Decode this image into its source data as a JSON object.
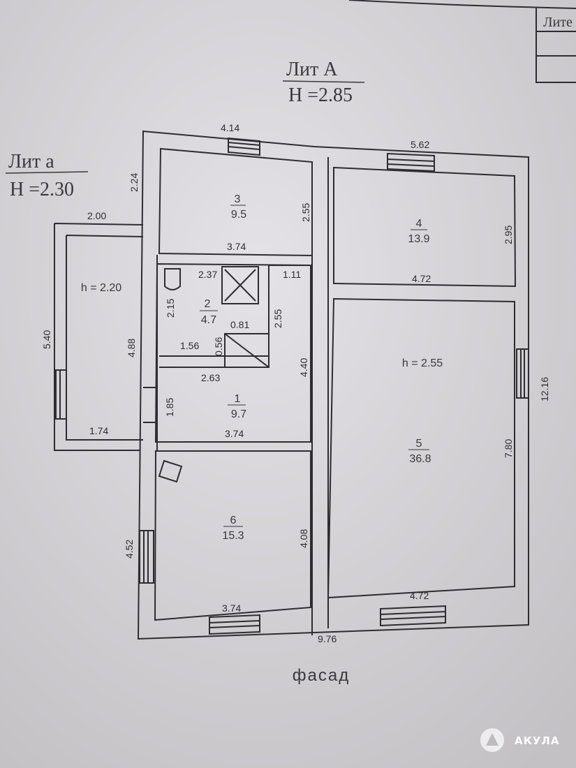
{
  "title_block": {
    "header": "Лите"
  },
  "lit_A": {
    "name": "Лит  А",
    "height": "H =2.85"
  },
  "lit_a": {
    "name": "Лит  а",
    "height": "H =2.30"
  },
  "rooms": [
    {
      "number": "1",
      "area": "9.7"
    },
    {
      "number": "2",
      "area": "4.7"
    },
    {
      "number": "3",
      "area": "9.5"
    },
    {
      "number": "4",
      "area": "13.9"
    },
    {
      "number": "5",
      "area": "36.8"
    },
    {
      "number": "6",
      "area": "15.3"
    }
  ],
  "ceiling_heights": {
    "annex": "h = 2.20",
    "room5": "h = 2.55"
  },
  "dimensions": {
    "top_left": "4.14",
    "top_right": "5.62",
    "left_upper": "2.24",
    "annex_top": "2.00",
    "annex_left": "5.40",
    "annex_inner": "4.88",
    "annex_bottom": "1.74",
    "room3_right": "2.55",
    "room3_bottom": "3.74",
    "room4_right": "2.95",
    "room4_bottom": "4.72",
    "bath_top": "2.37",
    "bath_left": "2.15",
    "bath_small": "1.11",
    "bath_door": "0.81",
    "bath_056": "0.56",
    "bath_156": "1.56",
    "hall_263": "2.63",
    "hall_255": "2.55",
    "hall_440": "4.40",
    "hall_185": "1.85",
    "hall_bottom": "3.74",
    "room5_right": "7.80",
    "right_total": "12.16",
    "room6_left": "4.52",
    "room6_right": "4.08",
    "room6_bottom": "3.74",
    "room5_bottom": "4.72",
    "total_width": "9.76"
  },
  "facade_label": "фасад",
  "watermark": "АКУЛА"
}
